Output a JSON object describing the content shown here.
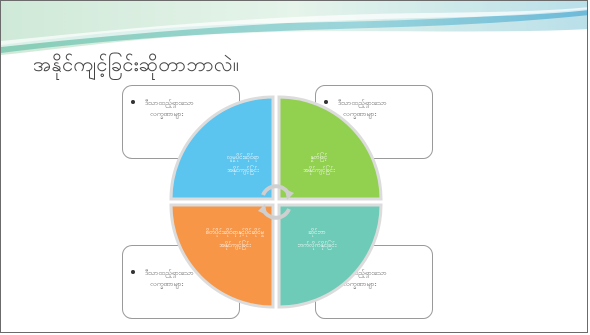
{
  "slide": {
    "title": "အနိုင်ကျင့်ခြင်းဆိုတာဘာလဲ။"
  },
  "notes": {
    "top_left": {
      "line1": "ဒီသာထည့်ရှားသော",
      "line2": "လက္ခဏာများ"
    },
    "top_right": {
      "line1": "ဒီသာထည့်ရှားသော",
      "line2": "လက္ခဏာများ"
    },
    "bottom_left": {
      "line1": "ဒီသာထည့်ရှားသော",
      "line2": "လက္ခဏာများ"
    },
    "bottom_right": {
      "line1": "ဒီသာထည့်ရှားသော",
      "line2": "လက္ခဏာများ"
    }
  },
  "quadrants": {
    "top_left": {
      "line1": "လူမှုပိုင်းဆိုင်ရာ",
      "line2": "အနိုင်ကျင့်ခြင်း",
      "color": "#5bc4ef"
    },
    "top_right": {
      "line1": "နှုတ်ဖြင့်",
      "line2": "အနိုင်ကျင့်ခြင်း",
      "color": "#92d050"
    },
    "bottom_left": {
      "line1": "စိတ်ပိုင်းဆိုင်ရာနှင့်ပိုင်ဆိုင်မှု",
      "line2": "အနိုင်ကျင့်ခြင်း",
      "color": "#f79646"
    },
    "bottom_right": {
      "line1": "ဆိုင်ဘာ",
      "line2": "ဘက်လိုက်နိုင်ခြင်း",
      "color": "#6ecbb7"
    }
  }
}
